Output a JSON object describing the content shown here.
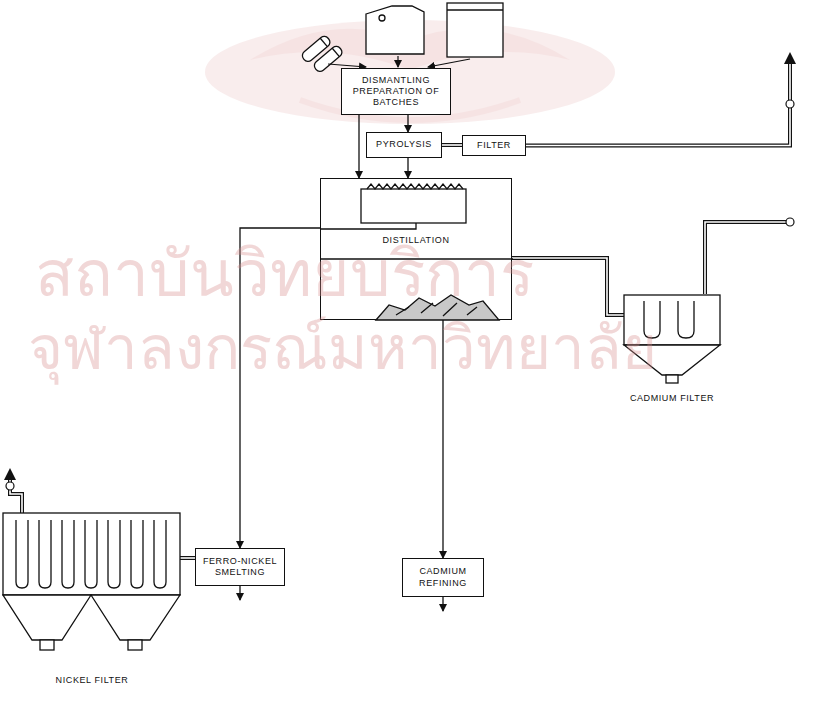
{
  "diagram": {
    "nodes": [
      {
        "text": [
          "DISMANTLING PREPARATION OF BATCHES"
        ]
      },
      {
        "text": [
          "PYROLYSIS"
        ]
      },
      {
        "text": [
          "FILTER"
        ]
      },
      {
        "text": [
          "DISTILLATION"
        ]
      },
      {
        "text": [
          "CADMIUM FILTER"
        ]
      },
      {
        "text": [
          "FERRO-NICKEL SMELTING"
        ]
      },
      {
        "text": [
          "CADMIUM REFINING"
        ]
      },
      {
        "text": [
          "NICKEL FILTER"
        ]
      }
    ],
    "edges": [
      {
        "from": 0,
        "to": 3,
        "arrow": "to"
      },
      {
        "from": 0,
        "to": 1,
        "arrow": "to"
      },
      {
        "from": 1,
        "to": 3,
        "arrow": "to"
      },
      {
        "from": 1,
        "to": 2,
        "arrow": "none"
      },
      {
        "from": 3,
        "to": 4,
        "arrow": "none"
      },
      {
        "from": 3,
        "to": 5,
        "arrow": "to"
      },
      {
        "from": 3,
        "to": 6,
        "arrow": "to"
      },
      {
        "from": 5,
        "to": 7,
        "arrow": "none"
      }
    ],
    "labels": [
      "สถาบันวิทยบริการ",
      "จุฬาลงกรณ์มหาวิทยาลัย"
    ]
  }
}
